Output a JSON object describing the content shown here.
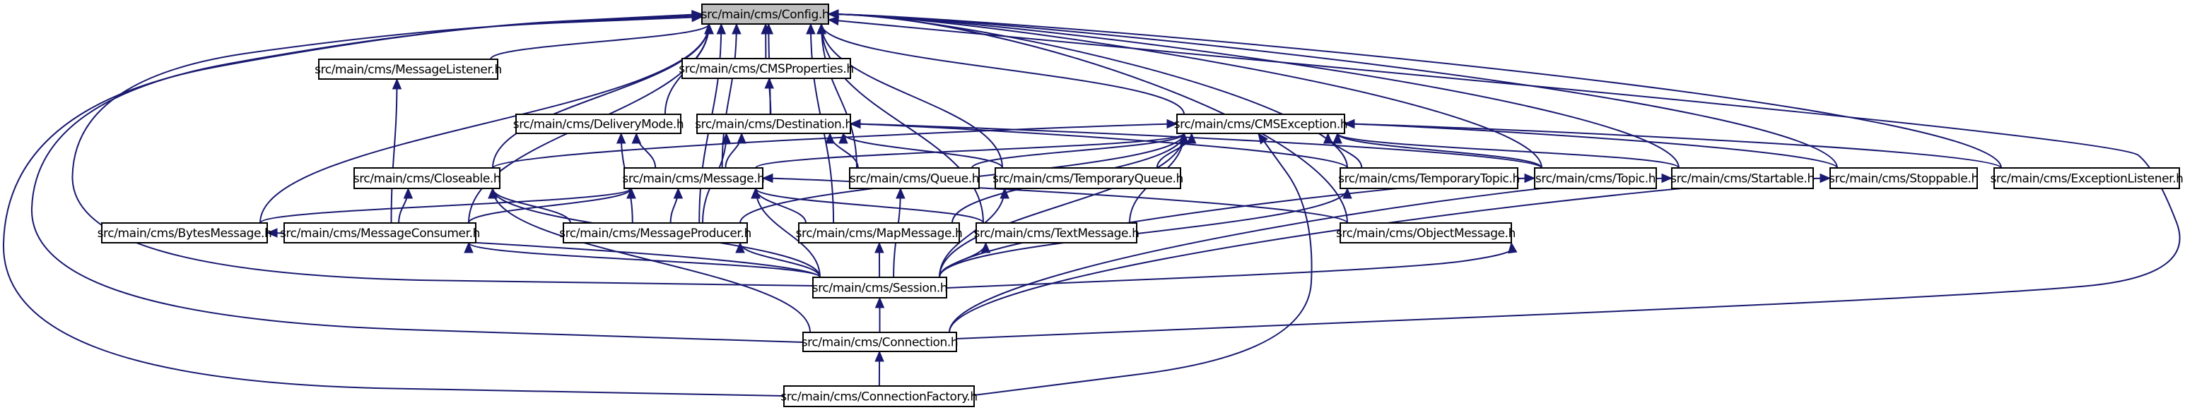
{
  "diagram": {
    "type": "include-dependency-graph",
    "root": "config",
    "colors": {
      "edge": "#191970",
      "root_fill": "#bfbfbf",
      "node_fill": "#ffffff",
      "border": "#000000"
    },
    "nodes": [
      {
        "id": "config",
        "label": "src/main/cms/Config.h",
        "root": true
      },
      {
        "id": "messagelistener",
        "label": "src/main/cms/MessageListener.h"
      },
      {
        "id": "cmsproperties",
        "label": "src/main/cms/CMSProperties.h"
      },
      {
        "id": "deliverymode",
        "label": "src/main/cms/DeliveryMode.h"
      },
      {
        "id": "destination",
        "label": "src/main/cms/Destination.h"
      },
      {
        "id": "cmsexception",
        "label": "src/main/cms/CMSException.h"
      },
      {
        "id": "closeable",
        "label": "src/main/cms/Closeable.h"
      },
      {
        "id": "message",
        "label": "src/main/cms/Message.h"
      },
      {
        "id": "queue",
        "label": "src/main/cms/Queue.h"
      },
      {
        "id": "temporaryqueue",
        "label": "src/main/cms/TemporaryQueue.h"
      },
      {
        "id": "temporarytopic",
        "label": "src/main/cms/TemporaryTopic.h"
      },
      {
        "id": "topic",
        "label": "src/main/cms/Topic.h"
      },
      {
        "id": "startable",
        "label": "src/main/cms/Startable.h"
      },
      {
        "id": "stoppable",
        "label": "src/main/cms/Stoppable.h"
      },
      {
        "id": "exceptionlistener",
        "label": "src/main/cms/ExceptionListener.h"
      },
      {
        "id": "bytesmessage",
        "label": "src/main/cms/BytesMessage.h"
      },
      {
        "id": "messageconsumer",
        "label": "src/main/cms/MessageConsumer.h"
      },
      {
        "id": "messageproducer",
        "label": "src/main/cms/MessageProducer.h"
      },
      {
        "id": "mapmessage",
        "label": "src/main/cms/MapMessage.h"
      },
      {
        "id": "textmessage",
        "label": "src/main/cms/TextMessage.h"
      },
      {
        "id": "objectmessage",
        "label": "src/main/cms/ObjectMessage.h"
      },
      {
        "id": "session",
        "label": "src/main/cms/Session.h"
      },
      {
        "id": "connection",
        "label": "src/main/cms/Connection.h"
      },
      {
        "id": "connectionfactory",
        "label": "src/main/cms/ConnectionFactory.h"
      }
    ],
    "edges": [
      {
        "from": "messagelistener",
        "to": "config"
      },
      {
        "from": "cmsproperties",
        "to": "config"
      },
      {
        "from": "deliverymode",
        "to": "config"
      },
      {
        "from": "destination",
        "to": "config"
      },
      {
        "from": "cmsexception",
        "to": "config"
      },
      {
        "from": "closeable",
        "to": "config"
      },
      {
        "from": "message",
        "to": "config"
      },
      {
        "from": "queue",
        "to": "config"
      },
      {
        "from": "temporaryqueue",
        "to": "config"
      },
      {
        "from": "temporarytopic",
        "to": "config"
      },
      {
        "from": "topic",
        "to": "config"
      },
      {
        "from": "startable",
        "to": "config"
      },
      {
        "from": "stoppable",
        "to": "config"
      },
      {
        "from": "exceptionlistener",
        "to": "config"
      },
      {
        "from": "bytesmessage",
        "to": "config"
      },
      {
        "from": "messageconsumer",
        "to": "config"
      },
      {
        "from": "messageproducer",
        "to": "config"
      },
      {
        "from": "mapmessage",
        "to": "config"
      },
      {
        "from": "textmessage",
        "to": "config"
      },
      {
        "from": "objectmessage",
        "to": "config"
      },
      {
        "from": "session",
        "to": "config"
      },
      {
        "from": "connection",
        "to": "config"
      },
      {
        "from": "connectionfactory",
        "to": "config"
      },
      {
        "from": "destination",
        "to": "cmsproperties"
      },
      {
        "from": "message",
        "to": "deliverymode"
      },
      {
        "from": "messageproducer",
        "to": "deliverymode"
      },
      {
        "from": "message",
        "to": "destination"
      },
      {
        "from": "queue",
        "to": "destination"
      },
      {
        "from": "temporaryqueue",
        "to": "destination"
      },
      {
        "from": "temporarytopic",
        "to": "destination"
      },
      {
        "from": "topic",
        "to": "destination"
      },
      {
        "from": "messageproducer",
        "to": "destination"
      },
      {
        "from": "closeable",
        "to": "cmsexception"
      },
      {
        "from": "message",
        "to": "cmsexception"
      },
      {
        "from": "queue",
        "to": "cmsexception"
      },
      {
        "from": "temporaryqueue",
        "to": "cmsexception"
      },
      {
        "from": "temporarytopic",
        "to": "cmsexception"
      },
      {
        "from": "topic",
        "to": "cmsexception"
      },
      {
        "from": "startable",
        "to": "cmsexception"
      },
      {
        "from": "stoppable",
        "to": "cmsexception"
      },
      {
        "from": "exceptionlistener",
        "to": "cmsexception"
      },
      {
        "from": "messageproducer",
        "to": "cmsexception"
      },
      {
        "from": "textmessage",
        "to": "cmsexception"
      },
      {
        "from": "mapmessage",
        "to": "cmsexception"
      },
      {
        "from": "session",
        "to": "cmsexception"
      },
      {
        "from": "connectionfactory",
        "to": "cmsexception"
      },
      {
        "from": "messageconsumer",
        "to": "messagelistener"
      },
      {
        "from": "messageconsumer",
        "to": "closeable"
      },
      {
        "from": "messageproducer",
        "to": "closeable"
      },
      {
        "from": "session",
        "to": "closeable"
      },
      {
        "from": "connection",
        "to": "closeable"
      },
      {
        "from": "bytesmessage",
        "to": "message"
      },
      {
        "from": "messageconsumer",
        "to": "message"
      },
      {
        "from": "messageproducer",
        "to": "message"
      },
      {
        "from": "mapmessage",
        "to": "message"
      },
      {
        "from": "textmessage",
        "to": "message"
      },
      {
        "from": "objectmessage",
        "to": "message"
      },
      {
        "from": "session",
        "to": "message"
      },
      {
        "from": "session",
        "to": "queue"
      },
      {
        "from": "session",
        "to": "temporaryqueue"
      },
      {
        "from": "session",
        "to": "temporarytopic"
      },
      {
        "from": "session",
        "to": "topic"
      },
      {
        "from": "connection",
        "to": "startable"
      },
      {
        "from": "connection",
        "to": "stoppable"
      },
      {
        "from": "session",
        "to": "bytesmessage"
      },
      {
        "from": "session",
        "to": "messageconsumer"
      },
      {
        "from": "session",
        "to": "messageproducer"
      },
      {
        "from": "session",
        "to": "mapmessage"
      },
      {
        "from": "session",
        "to": "textmessage"
      },
      {
        "from": "session",
        "to": "objectmessage"
      },
      {
        "from": "connection",
        "to": "session"
      },
      {
        "from": "connectionfactory",
        "to": "connection"
      },
      {
        "from": "connection",
        "to": "exceptionlistener"
      }
    ]
  }
}
